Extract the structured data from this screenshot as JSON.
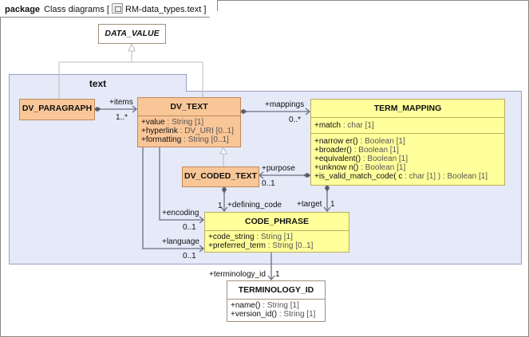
{
  "frame": {
    "keyword": "package",
    "title_prefix": "Class diagrams [",
    "diagram_name": "RM-data_types.text",
    "title_suffix": "]",
    "icon": "class-diagram-icon"
  },
  "package": {
    "name": "text"
  },
  "classes": {
    "data_value": {
      "name": "DATA_VALUE",
      "abstract": true
    },
    "dv_paragraph": {
      "name": "DV_PARAGRAPH"
    },
    "dv_text": {
      "name": "DV_TEXT",
      "attributes": [
        [
          "+value",
          " : String [1]"
        ],
        [
          "+hyperlink",
          " : DV_URI [0..1]"
        ],
        [
          "+formatting",
          " : String [0..1]"
        ]
      ]
    },
    "term_mapping": {
      "name": "TERM_MAPPING",
      "attributes": [
        [
          "+match",
          " : char [1]"
        ]
      ],
      "operations": [
        [
          "+narrow er()",
          " : Boolean [1]"
        ],
        [
          "+broader()",
          " : Boolean [1]"
        ],
        [
          "+equivalent()",
          " : Boolean [1]"
        ],
        [
          "+unknow n()",
          " : Boolean [1]"
        ],
        [
          "+is_valid_match_code( c",
          " : char [1] ) : Boolean [1]"
        ]
      ]
    },
    "dv_coded_text": {
      "name": "DV_CODED_TEXT"
    },
    "code_phrase": {
      "name": "CODE_PHRASE",
      "attributes": [
        [
          "+code_string",
          " : String [1]"
        ],
        [
          "+preferred_term",
          " : String [0..1]"
        ]
      ]
    },
    "terminology_id": {
      "name": "TERMINOLOGY_ID",
      "operations": [
        [
          "+name()",
          " : String [1]"
        ],
        [
          "+version_id()",
          " : String [1]"
        ]
      ]
    }
  },
  "associations": {
    "items": {
      "role": "+items",
      "mult": "1..*"
    },
    "mappings": {
      "role": "+mappings",
      "mult": "0..*"
    },
    "purpose": {
      "role": "+purpose",
      "mult": "0..1"
    },
    "defining_code": {
      "role": "+defining_code",
      "mult": "1"
    },
    "target": {
      "role": "+target",
      "mult": "1"
    },
    "encoding": {
      "role": "+encoding",
      "mult": "0..1"
    },
    "language": {
      "role": "+language",
      "mult": "0..1"
    },
    "terminology_id": {
      "role": "+terminology_id",
      "mult": "1"
    }
  },
  "colors": {
    "orange": "#f9c697",
    "yellow": "#ffff9c",
    "package": "#e5e9f8",
    "line": "#6a7080"
  }
}
